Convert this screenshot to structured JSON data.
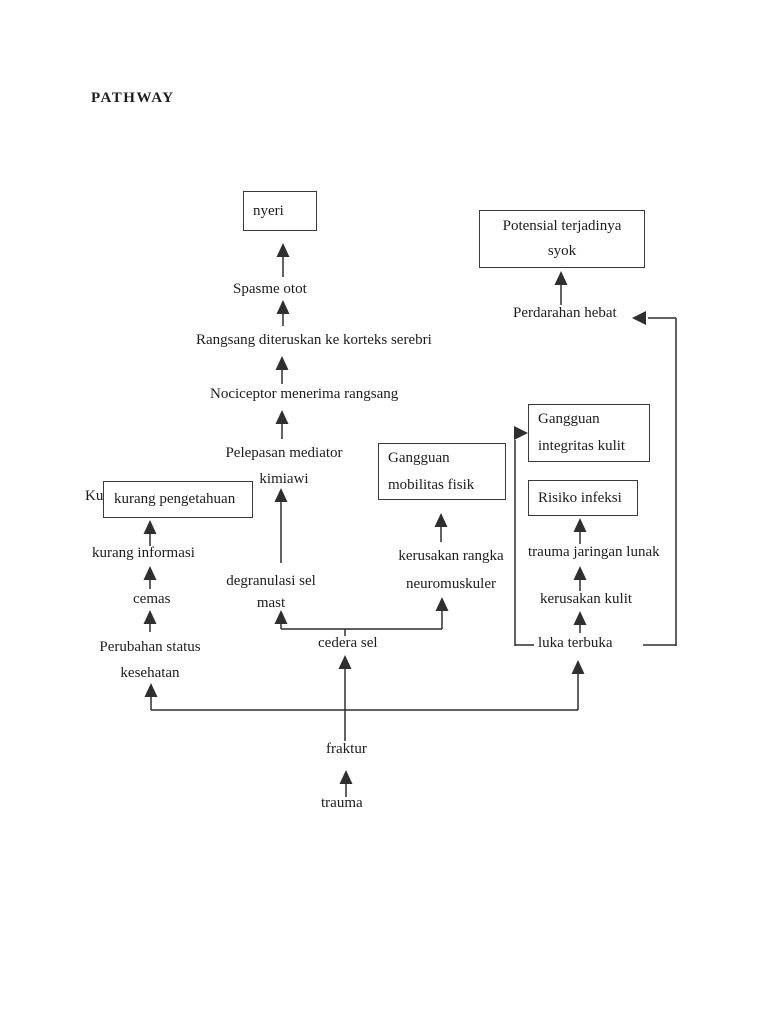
{
  "page": {
    "title": "PATHWAY"
  },
  "nodes": {
    "nyeri": "nyeri",
    "spasme_otot": "Spasme otot",
    "rangsang": "Rangsang diteruskan ke korteks serebri",
    "nociceptor": "Nociceptor menerima rangsang",
    "pelepasan_mediator": "Pelepasan mediator\nkimiawi",
    "ku_fragment": "Ku",
    "kurang_pengetahuan": "kurang pengetahuan",
    "kurang_informasi": "kurang informasi",
    "cemas": "cemas",
    "perubahan_status": "Perubahan status\nkesehatan",
    "degranulasi_sel_mast": "degranulasi sel\nmast",
    "cedera_sel": "cedera sel",
    "fraktur": "fraktur",
    "trauma": "trauma",
    "gangguan_mobilitas": "Gangguan\nmobilitas fisik",
    "kerusakan_rangka": "kerusakan rangka\nneuromuskuler",
    "potensial_syok": "Potensial terjadinya\nsyok",
    "perdarahan_hebat": "Perdarahan hebat",
    "gangguan_integritas": "Gangguan\nintegritas kulit",
    "risiko_infeksi": "Risiko infeksi",
    "trauma_jaringan_lunak": "trauma jaringan lunak",
    "kerusakan_kulit": "kerusakan kulit",
    "luka_terbuka": "luka terbuka"
  },
  "colors": {
    "ink": "#1d1d1d",
    "line": "#2f2f2f",
    "box_border": "#3a3a3a",
    "page_bg": "#ffffff"
  }
}
